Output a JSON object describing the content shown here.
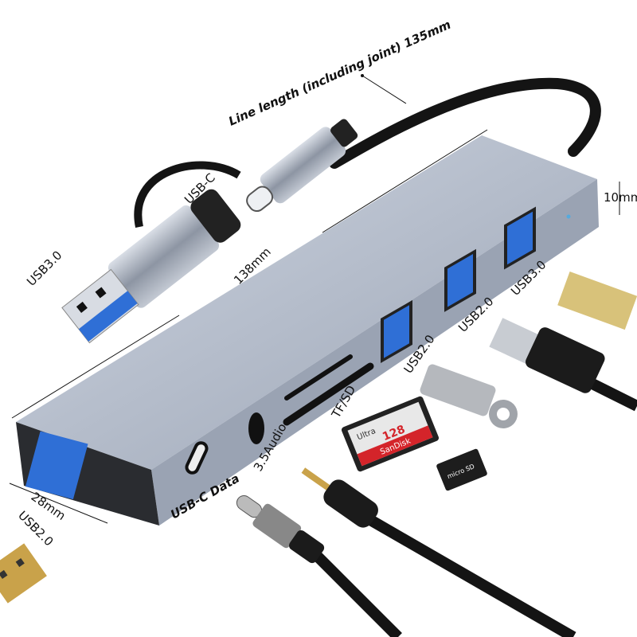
{
  "labels": {
    "line_length": "Line length (including joint) 135mm",
    "usb_c_plug": "USB-C",
    "usb3_plug": "USB3.0",
    "length": "138mm",
    "height": "10mm",
    "port_usb3": "USB3.0",
    "port_usb2_a": "USB2.0",
    "port_usb2_b": "USB2.0",
    "port_tf_sd": "TF/SD",
    "port_audio": "3.5Audio",
    "port_usbc_data": "USB-C Data",
    "width": "28mm",
    "port_usb2_front": "USB2.0"
  },
  "sd_card": {
    "brand": "SanDisk",
    "line": "Ultra",
    "capacity": "128"
  },
  "microsd": {
    "text": "micro SD"
  },
  "colors": {
    "hub_body": "#b4bccb",
    "hub_dark": "#2a2c30",
    "usb3_blue": "#2f6fd6",
    "cable": "#141414",
    "gold": "#c9a24a",
    "sd_red": "#d4242a"
  }
}
